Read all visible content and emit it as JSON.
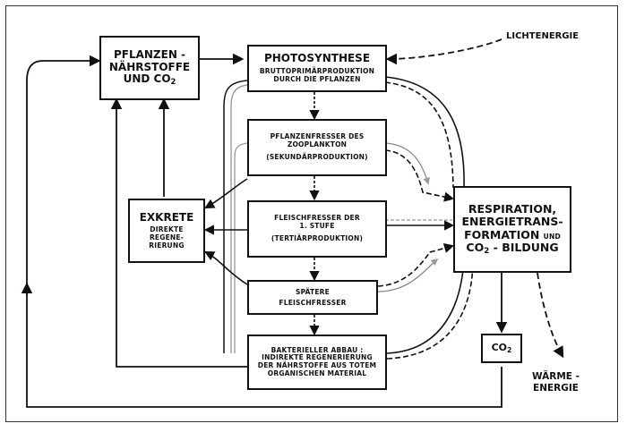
{
  "nodes": {
    "nutrients": {
      "title_lines": [
        "PFLANZEN -",
        "NÄHRSTOFFE"
      ],
      "co2_prefix": "UND CO",
      "co2_sub": "2"
    },
    "photosynthesis": {
      "title": "PHOTOSYNTHESE",
      "sub": "BRUTTOPRIMÄRPRODUKTION\nDURCH DIE PFLANZEN"
    },
    "herbivores": {
      "title": "PFLANZENFRESSER DES\nZOOPLANKTON",
      "sub": "(SEKUNDÄRPRODUKTION)"
    },
    "carnivores1": {
      "title": "FLEISCHFRESSER DER\n1. STUFE",
      "sub": "(TERTIÄRPRODUKTION)"
    },
    "later_carnivores": {
      "title": "SPÄTERE\nFLEISCHFRESSER"
    },
    "bacterial": {
      "title": "BAKTERIELLER ABBAU :\nINDIREKTE REGENERIERUNG\nDER NÄHRSTOFFE AUS TOTEM\nORGANISCHEN MATERIAL"
    },
    "excreta": {
      "title": "EXKRETE",
      "sub": "DIREKTE\nREGENE-\nRIERUNG"
    },
    "respiration": {
      "lines": [
        "RESPIRATION,",
        "ENERGIETRANS-"
      ],
      "line3": "FORMATION",
      "line3_small": "UND",
      "co2_prefix": "CO",
      "co2_sub": "2",
      "co2_suffix": " - BILDUNG"
    },
    "co2_box": {
      "prefix": "CO",
      "sub": "2"
    }
  },
  "labels": {
    "light_energy": "LICHTENERGIE",
    "heat_energy": "WÄRME -\nENERGIE"
  }
}
